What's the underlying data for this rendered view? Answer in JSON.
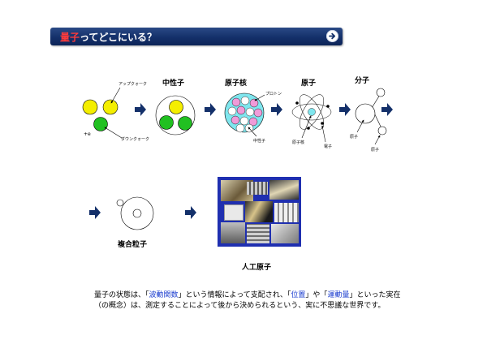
{
  "title": {
    "highlight": "量子",
    "rest": "ってどこにいる？",
    "highlight_color": "#ff3b3b",
    "bar_color": "#14306a",
    "next_icon": "arrow-right-circle-icon"
  },
  "labels": {
    "neutron": "中性子",
    "nucleus": "原子核",
    "atom": "原子",
    "molecule": "分子",
    "composite": "複合粒子",
    "artificial_atom": "人工原子"
  },
  "small_labels": {
    "up_quark": "アップクォーク",
    "down_quark": "ダウンクォーク",
    "charge": "+e",
    "proton": "プロトン",
    "neutron_small": "中性子",
    "nucleus_small": "原子核",
    "electron": "電子",
    "atom_left": "原子",
    "atom_right": "原子"
  },
  "caption": {
    "p1": "量子の状態は、「",
    "t1": "波動関数",
    "p2": "」という情報によって支配され、「",
    "t2": "位置",
    "p3": "」や「",
    "t3": "運動量",
    "p4": "」といった実在（の概念）は、測定することによって後から決められるという、実に不思議な世界です。",
    "term_color": "#1a3ccf"
  },
  "colors": {
    "up_quark": "#f4ee00",
    "down_quark": "#21c021",
    "proton": "#f09ad8",
    "nucleus_bg": "#7fe6ee",
    "arrow": "#14306a"
  }
}
